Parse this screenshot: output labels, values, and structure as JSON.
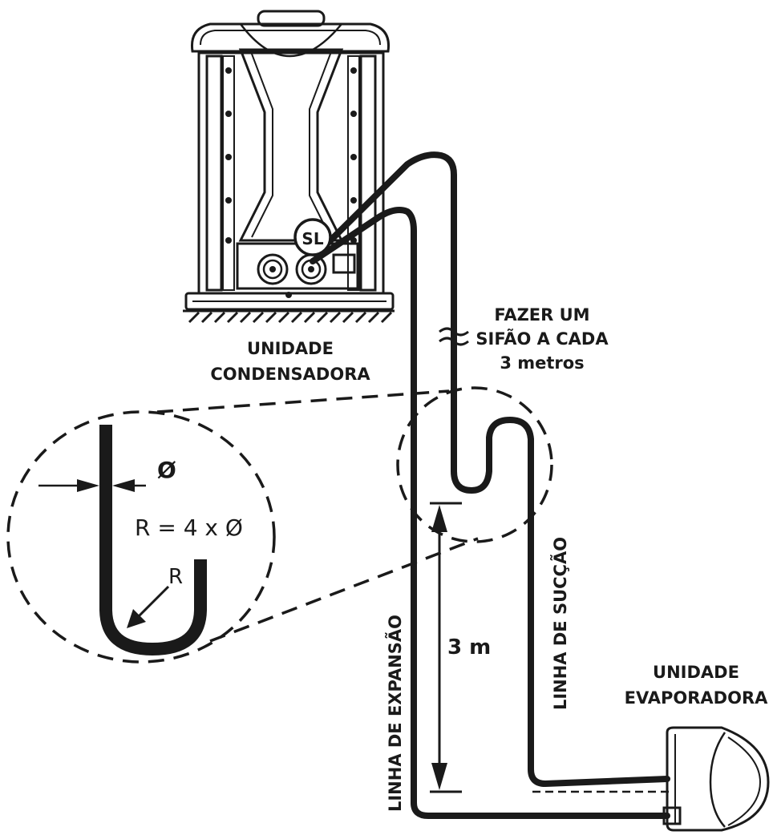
{
  "labels": {
    "condenser_line1": "UNIDADE",
    "condenser_line2": "CONDENSADORA",
    "evaporator_line1": "UNIDADE",
    "evaporator_line2": "EVAPORADORA",
    "trap_line1": "FAZER UM",
    "trap_line2": "SIFÃO A CADA",
    "trap_line3": "3 metros",
    "suction_line": "LINHA DE SUCÇÃO",
    "expansion_line": "LINHA DE EXPANSÃO",
    "height": "3 m",
    "sl_badge": "SL",
    "diameter_symbol": "Ø",
    "radius_formula": "R = 4 x Ø",
    "radius_symbol": "R"
  },
  "colors": {
    "ink": "#1a1a1a",
    "background": "#ffffff"
  }
}
